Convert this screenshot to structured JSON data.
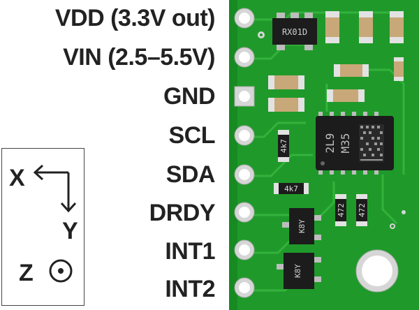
{
  "pins": [
    {
      "id": "vdd",
      "label": "VDD (3.3V out)"
    },
    {
      "id": "vin",
      "label": "VIN (2.5–5.5V)"
    },
    {
      "id": "gnd",
      "label": "GND"
    },
    {
      "id": "scl",
      "label": "SCL"
    },
    {
      "id": "sda",
      "label": "SDA"
    },
    {
      "id": "drdy",
      "label": "DRDY"
    },
    {
      "id": "int1",
      "label": "INT1"
    },
    {
      "id": "int2",
      "label": "INT2"
    }
  ],
  "axes": {
    "x_label": "X",
    "y_label": "Y",
    "z_label": "Z"
  },
  "board": {
    "regulator_marking": "RX01D",
    "chip_marking_line1": "2L9",
    "chip_marking_line2": "M35",
    "resistor_marking_1": "4k7",
    "resistor_marking_2": "4k7",
    "resistor_marking_3": "472",
    "resistor_marking_4": "472",
    "mosfet_marking_1": "K8Y",
    "mosfet_marking_2": "K8Y",
    "colors": {
      "pcb": "#1f9a2a",
      "pcb_dark": "#157a1f",
      "trace": "#33b43c",
      "silk": "#f2f2f2",
      "pad": "#cfcfcf",
      "chip": "#1c1c1c"
    }
  }
}
